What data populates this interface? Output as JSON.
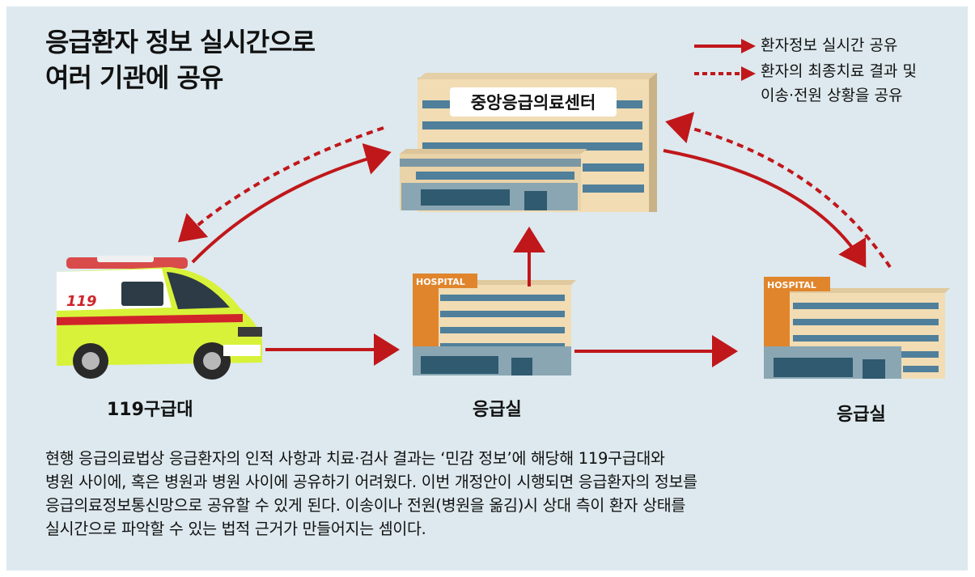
{
  "title": {
    "line1": "응급환자 정보 실시간으로",
    "line2": "여러 기관에 공유"
  },
  "legend": {
    "solid": "환자정보 실시간 공유",
    "dashed_line1": "환자의 최종치료 결과 및",
    "dashed_line2": "이송·전원 상황을 공유"
  },
  "nodes": {
    "center": "중앙응급의료센터",
    "ambulance": "119구급대",
    "er1": "응급실",
    "er2": "응급실",
    "hospital_sign": "HOSPITAL",
    "ambulance_mark": "119"
  },
  "description": [
    "현행 응급의료법상 응급환자의 인적 사항과 치료·검사 결과는 ‘민감 정보’에 해당해 119구급대와",
    "병원 사이에, 혹은 병원과 병원 사이에 공유하기 어려웠다. 이번 개정안이 시행되면 응급환자의 정보를",
    "응급의료정보통신망으로 공유할 수 있게 된다. 이송이나 전원(병원을 옮김)시 상대 측이 환자 상태를",
    "실시간으로 파악할 수 있는 법적 근거가 만들어지는 셈이다."
  ],
  "colors": {
    "arrow": "#c0171b",
    "background": "#dde9ee",
    "ambulance_body": "#d8f23a",
    "building_face": "#f1dcb4",
    "window": "#4f7f9a"
  }
}
